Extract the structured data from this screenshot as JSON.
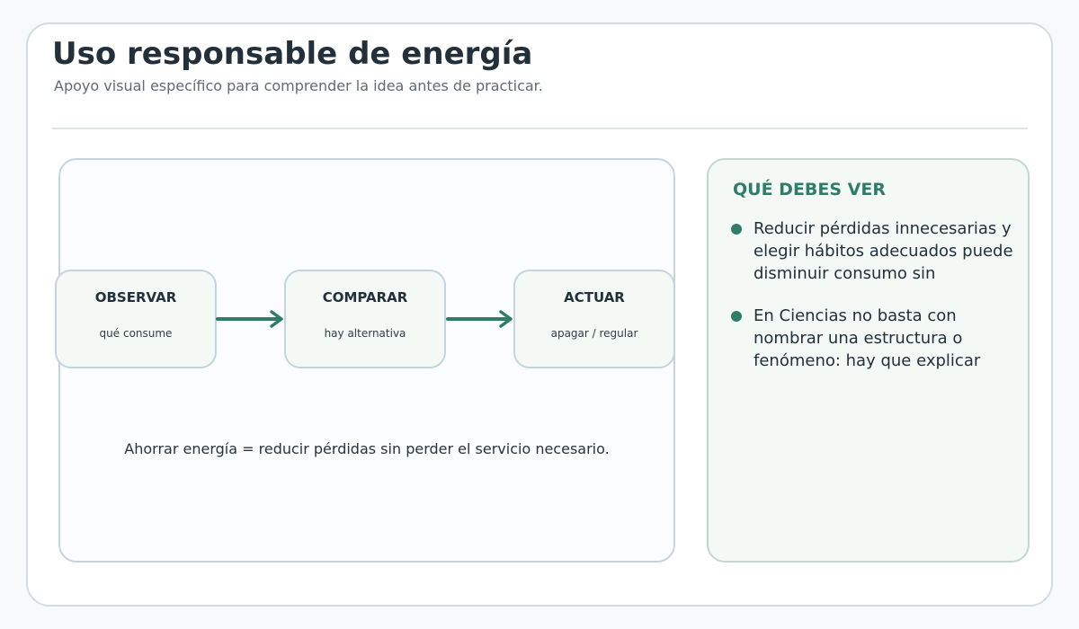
{
  "header": {
    "title": "Uso responsable de energía",
    "subtitle": "Apoyo visual específico para comprender la idea antes de practicar."
  },
  "diagram": {
    "steps": [
      {
        "title": "OBSERVAR",
        "description": "qué consume"
      },
      {
        "title": "COMPARAR",
        "description": "hay alternativa"
      },
      {
        "title": "ACTUAR",
        "description": "apagar / regular"
      }
    ],
    "equation": "Ahorrar energía = reducir pérdidas sin perder el servicio necesario."
  },
  "sidebar": {
    "title": "QUÉ DEBES VER",
    "bullets": [
      "Reducir pérdidas innecesarias y elegir hábitos adecuados puede disminuir consumo sin",
      "En Ciencias no basta con nombrar una estructura o fenómeno: hay que explicar"
    ]
  },
  "colors": {
    "accent": "#2f7d68",
    "text": "#22303c",
    "muted": "#5f6b76"
  }
}
